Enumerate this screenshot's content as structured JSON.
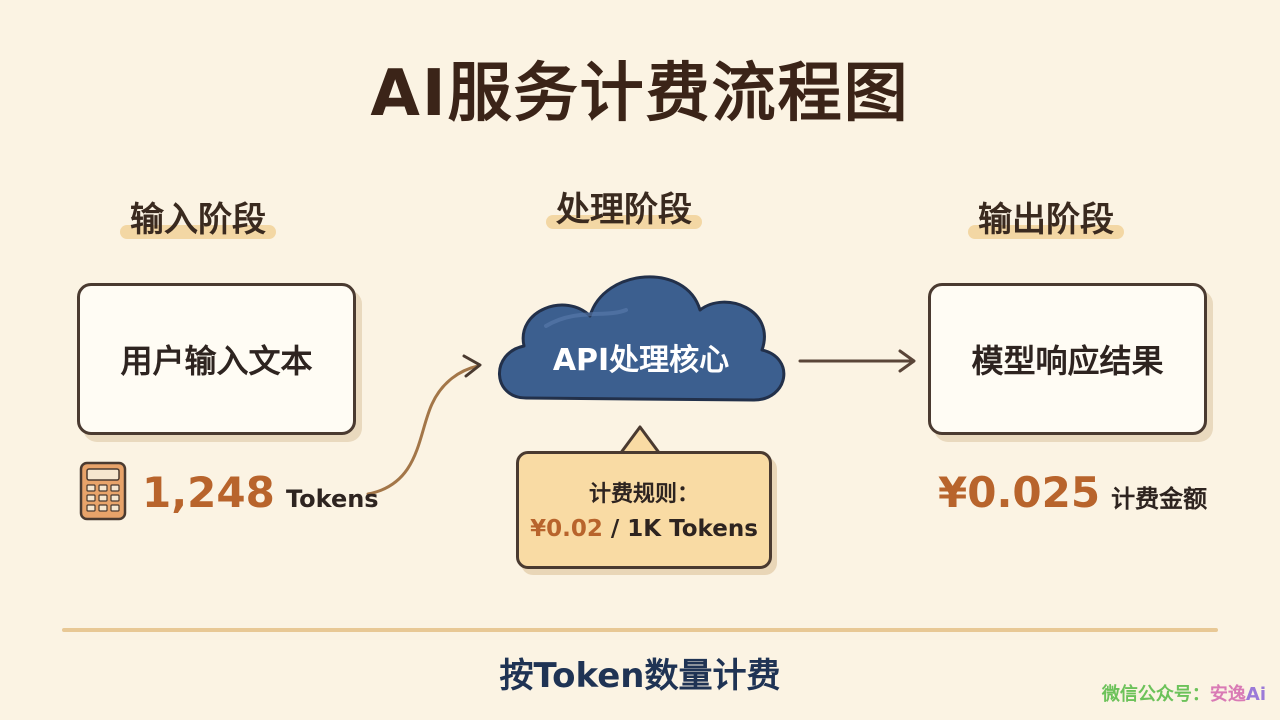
{
  "title": "AI服务计费流程图",
  "stages": {
    "input": "输入阶段",
    "process": "处理阶段",
    "output": "输出阶段"
  },
  "input_box": "用户输入文本",
  "cloud_label": "API处理核心",
  "output_box": "模型响应结果",
  "input_tokens": {
    "value": "1,248",
    "unit": "Tokens"
  },
  "rule": {
    "title": "计费规则：",
    "price": "¥0.02",
    "per": " / 1K Tokens"
  },
  "output_cost": {
    "value": "¥0.025",
    "label": "计费金额"
  },
  "footer": "按Token数量计费",
  "watermark": {
    "prefix": "微信公众号：",
    "name": "安逸",
    "suffix": "Ai"
  },
  "colors": {
    "background": "#fbf3e3",
    "accent_orange": "#b8642c",
    "cloud_blue": "#3c5f8f",
    "note_fill": "#f9dba4"
  },
  "icons": [
    "calculator-icon",
    "cloud-icon",
    "arrow-right-icon",
    "curved-arrow-icon"
  ]
}
